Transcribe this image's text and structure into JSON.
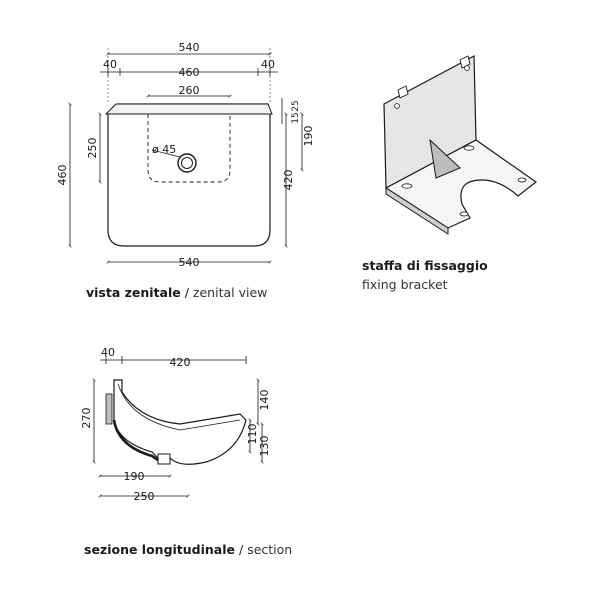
{
  "top_view": {
    "dims": {
      "overall_width": "540",
      "left_margin": "40",
      "inner_width": "460",
      "right_margin": "40",
      "tap_zone": "260",
      "drain_diameter": "ø 45",
      "bottom_width": "540",
      "left_height": "460",
      "left_inner": "250",
      "right_top_a": "25",
      "right_top_b": "15",
      "right_mid": "190",
      "right_height": "420"
    },
    "caption_it": "vista zenitale",
    "caption_sep": " / ",
    "caption_en": "zenital view"
  },
  "bracket": {
    "caption_it": "staffa di fissaggio",
    "caption_en": "fixing bracket"
  },
  "section": {
    "dims": {
      "top_left": "40",
      "top_width": "420",
      "left_height": "270",
      "right_top": "140",
      "right_a": "110",
      "right_b": "130",
      "bottom_a": "190",
      "bottom_b": "250"
    },
    "caption_it": "sezione longitudinale",
    "caption_sep": " / ",
    "caption_en": "section"
  }
}
